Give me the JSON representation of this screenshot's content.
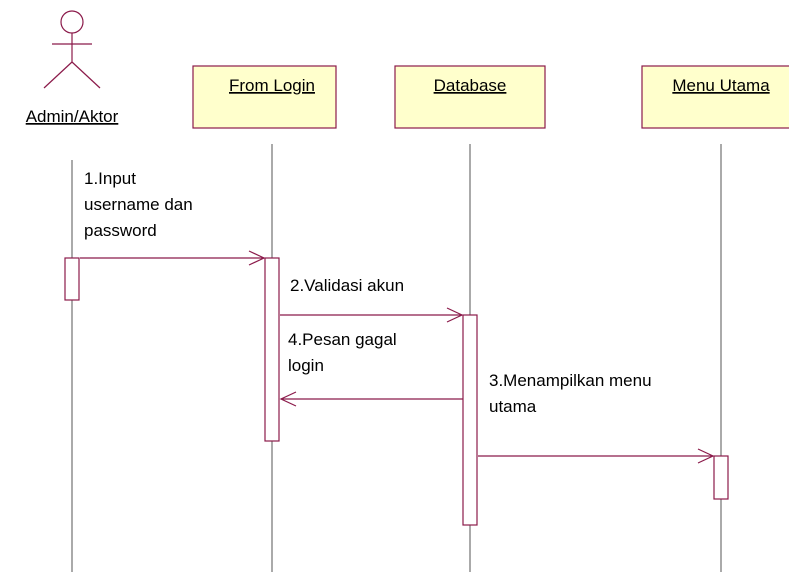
{
  "colors": {
    "line": "#8b1a4a",
    "box_fill": "#ffffcc",
    "box_stroke": "#8b1a4a",
    "lifeline": "#555555",
    "text": "#000000"
  },
  "actor": {
    "name": "Admin/Aktor",
    "icon": "stick-figure-icon"
  },
  "objects": [
    {
      "label": "From Login"
    },
    {
      "label": "Database"
    },
    {
      "label": "Menu Utama"
    }
  ],
  "messages": [
    {
      "lines": [
        "1.Input",
        "username dan",
        "password"
      ]
    },
    {
      "lines": [
        "2.Validasi akun"
      ]
    },
    {
      "lines": [
        "4.Pesan gagal",
        "login"
      ]
    },
    {
      "lines": [
        "3.Menampilkan menu",
        "utama"
      ]
    }
  ]
}
